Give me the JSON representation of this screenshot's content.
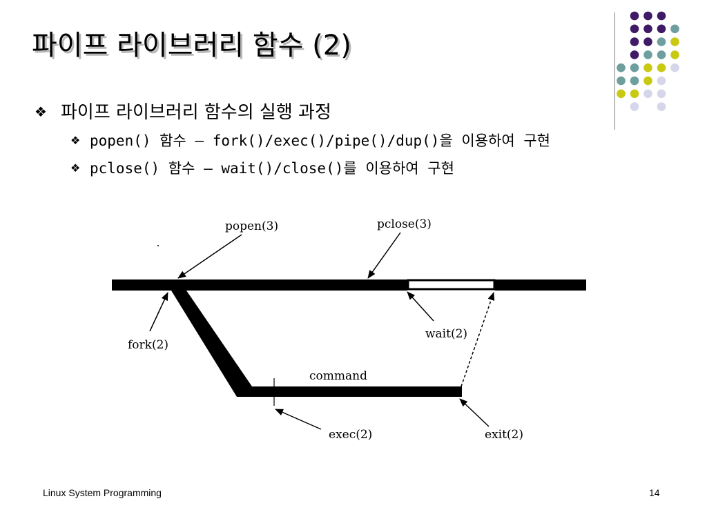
{
  "slide": {
    "title": "파이프 라이브러리 함수 (2)",
    "bullets": [
      {
        "text": "파이프 라이브러리 함수의 실행 과정",
        "level": 1
      },
      {
        "text": "popen() 함수 – fork()/exec()/pipe()/dup()을 이용하여 구현",
        "level": 2
      },
      {
        "text": "pclose() 함수 – wait()/close()를 이용하여 구현",
        "level": 2
      }
    ],
    "bullet_glyph": "❖"
  },
  "diagram": {
    "labels": {
      "popen": "popen(3)",
      "pclose": "pclose(3)",
      "fork": "fork(2)",
      "wait": "wait(2)",
      "command": "command",
      "exec": "exec(2)",
      "exit": "exit(2)"
    }
  },
  "decoration": {
    "dot_colors": {
      "purple": "#3f1a66",
      "teal": "#6e9e9e",
      "yellow": "#c9c914",
      "lavender": "#d6d6ea"
    }
  },
  "footer": {
    "left": "Linux System Programming",
    "page_number": "14"
  }
}
